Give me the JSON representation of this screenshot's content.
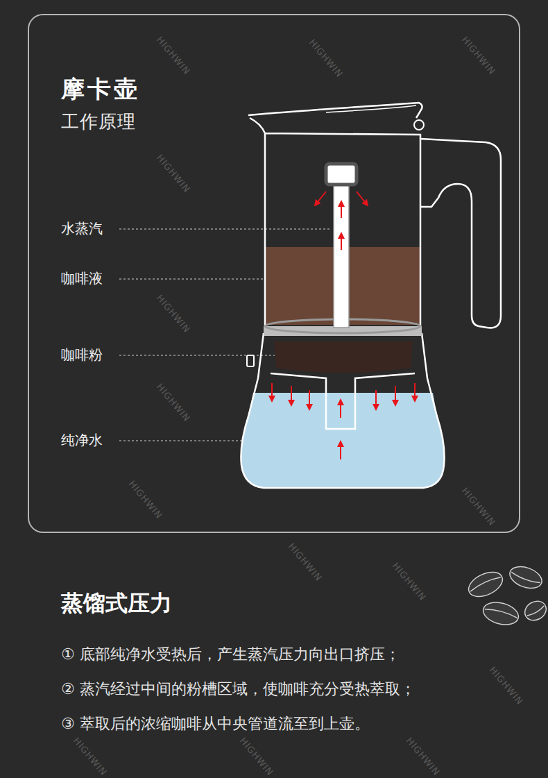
{
  "diagram": {
    "nodes": [
      {
        "text": [
          "摩卡壶",
          "工作原理"
        ]
      }
    ],
    "labels": [
      "水蒸汽",
      "咖啡液",
      "咖啡粉",
      "纯净水",
      "蒸馏式压力",
      "① 底部纯净水受热后，产生蒸汽压力向出口挤压；",
      "② 蒸汽经过中间的粉槽区域，使咖啡充分受热萃取；",
      "③ 萃取后的浓缩咖啡从中央管道流至到上壶。",
      "HIGHWIN",
      "HIGHWIN",
      "HIGHWIN",
      "HIGHWIN",
      "HIGHWIN",
      "HIGHWIN",
      "HIGHWIN",
      "HIGHWIN",
      "HIGHWIN",
      "HIGHWIN",
      "HIGHWIN",
      "HIGHWIN",
      "HIGHWIN",
      "HIGHWIN"
    ]
  }
}
